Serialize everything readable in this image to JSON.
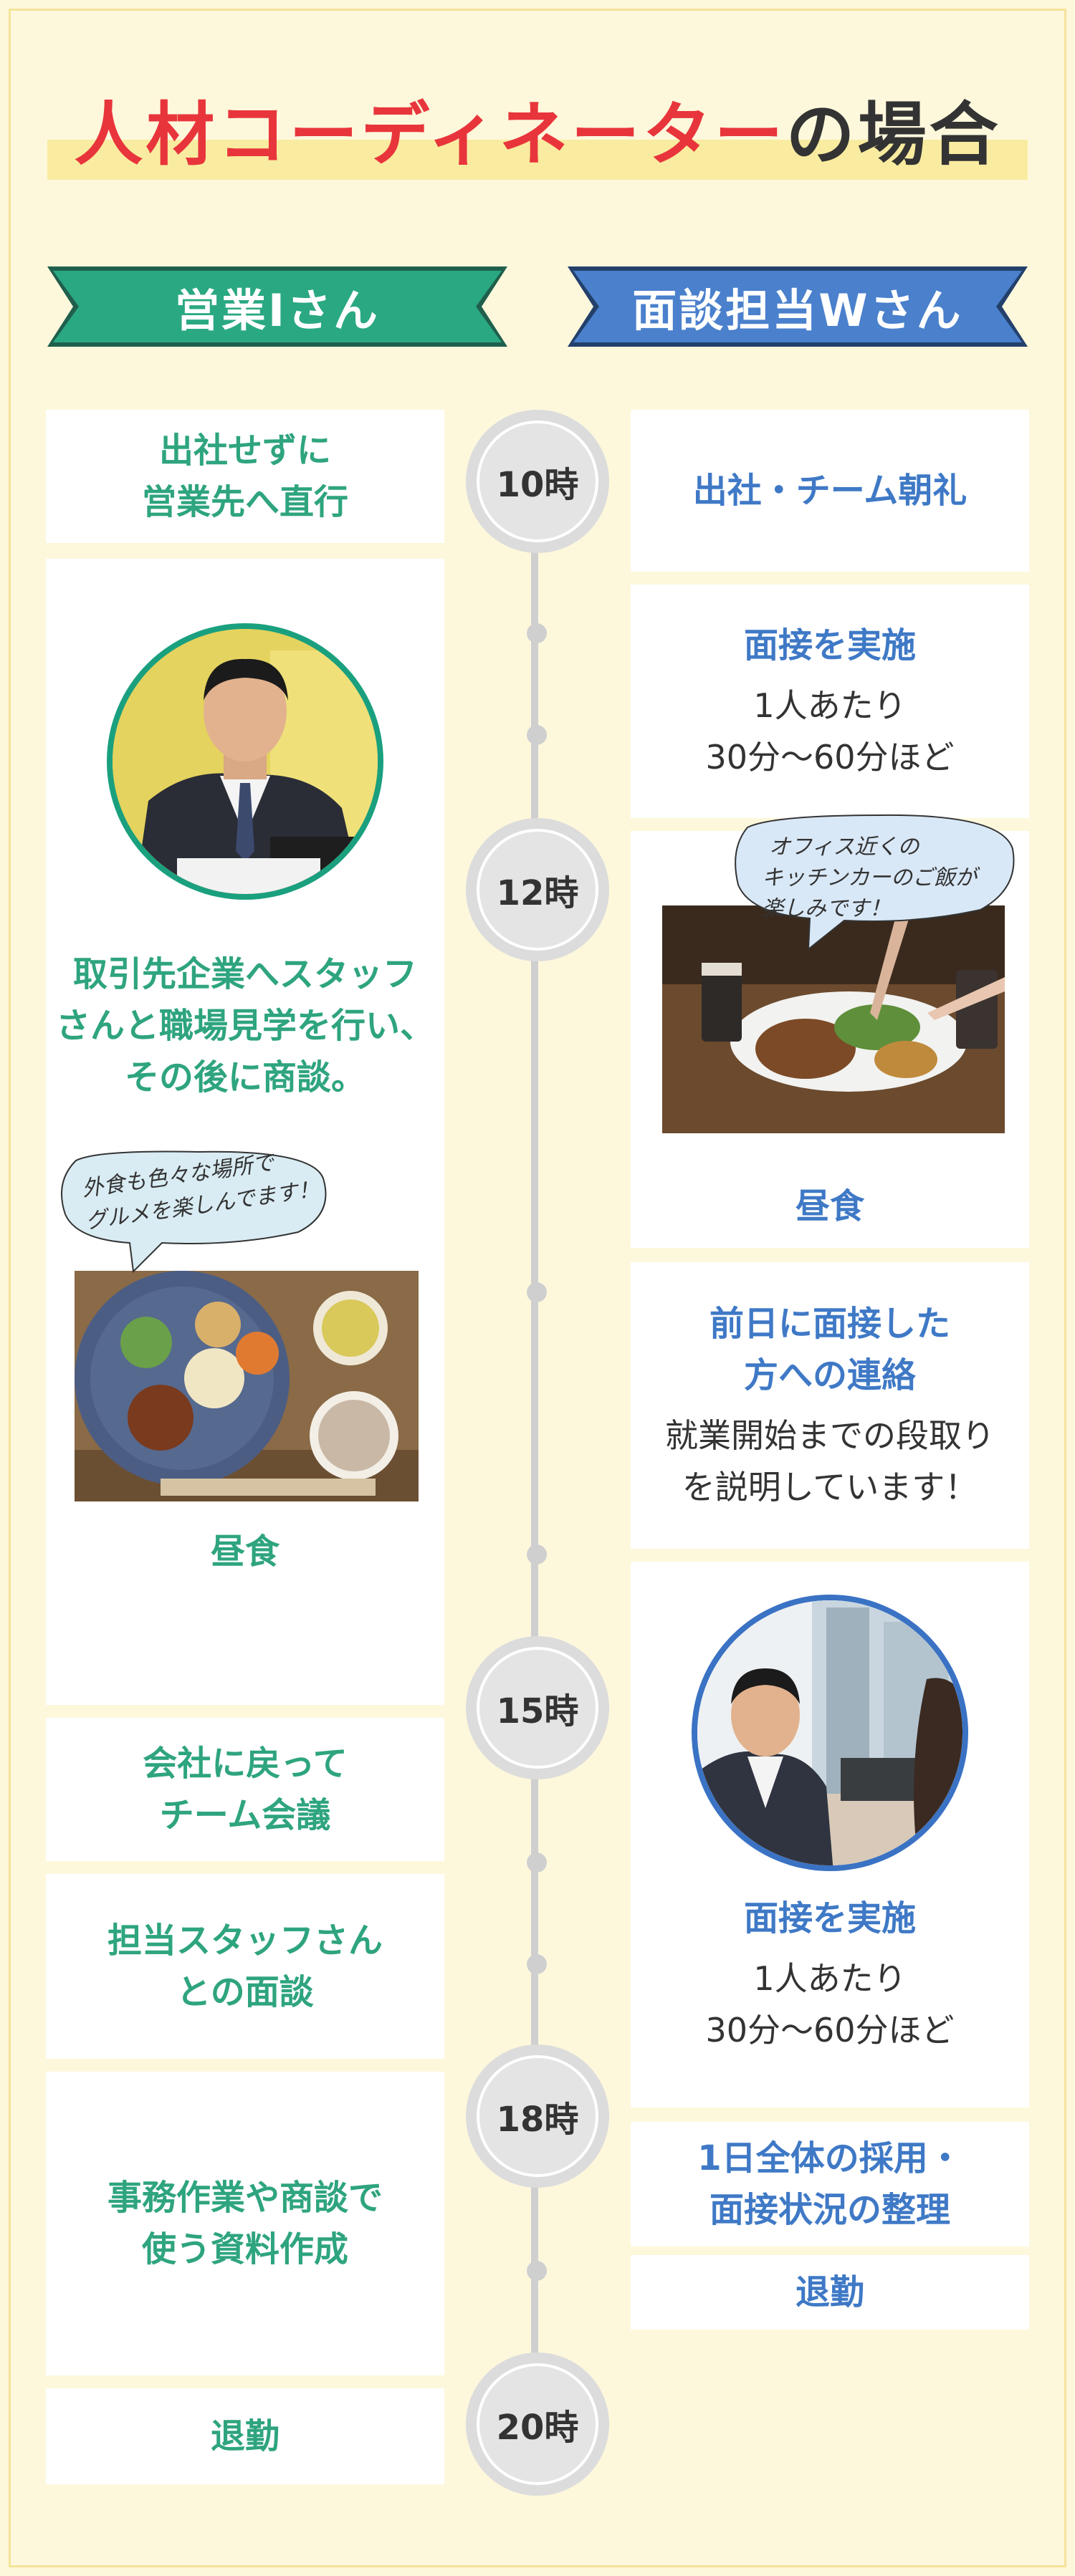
{
  "title": {
    "highlight": "人材コーディネーター",
    "rest": "の場合"
  },
  "columns": {
    "left": "営業Iさん",
    "right": "面談担当Wさん"
  },
  "colors": {
    "green": "#2ea47f",
    "blue": "#3f79c6",
    "red": "#e8353c"
  },
  "hours": [
    "10時",
    "12時",
    "15時",
    "18時",
    "20時"
  ],
  "left_items": [
    {
      "lines": [
        "出社せずに",
        "営業先へ直行"
      ]
    },
    {
      "lines": [
        "取引先企業へスタッフ",
        "さんと職場見学を行い、",
        "その後に商談。"
      ]
    },
    {
      "bubble": [
        "外食も色々な場所で",
        "グルメを楽しんでます！"
      ],
      "lines": [
        "昼食"
      ]
    },
    {
      "lines": [
        "会社に戻って",
        "チーム会議"
      ]
    },
    {
      "lines": [
        "担当スタッフさん",
        "との面談"
      ]
    },
    {
      "lines": [
        "事務作業や商談で",
        "使う資料作成"
      ]
    },
    {
      "lines": [
        "退勤"
      ]
    }
  ],
  "right_items": [
    {
      "lines": [
        "出社・チーム朝礼"
      ]
    },
    {
      "lines": [
        "面接を実施"
      ],
      "sub": [
        "1人あたり",
        "30分〜60分ほど"
      ]
    },
    {
      "bubble": [
        "オフィス近くの",
        "キッチンカーのご飯が",
        "楽しみです！"
      ],
      "lines": [
        "昼食"
      ]
    },
    {
      "lines": [
        "前日に面接した",
        "方への連絡"
      ],
      "sub": [
        "就業開始までの段取り",
        "を説明しています！"
      ]
    },
    {
      "lines": [
        "面接を実施"
      ],
      "sub": [
        "1人あたり",
        "30分〜60分ほど"
      ]
    },
    {
      "lines": [
        "1日全体の採用・",
        "面接状況の整理"
      ]
    },
    {
      "lines": [
        "退勤"
      ]
    }
  ]
}
